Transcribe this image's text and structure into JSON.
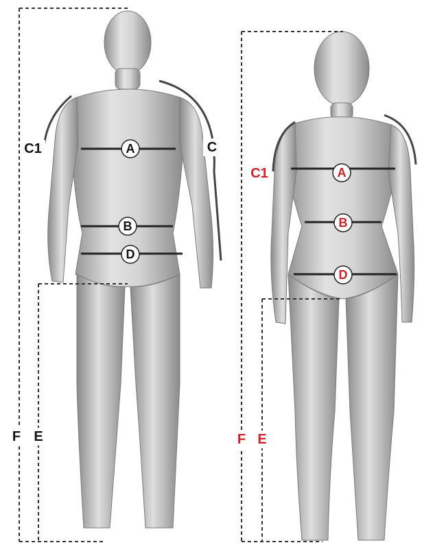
{
  "figures": {
    "male": {
      "A": "A",
      "B": "B",
      "C": "C",
      "C1": "C1",
      "D": "D",
      "E": "E",
      "F": "F"
    },
    "female": {
      "A": "A",
      "B": "B",
      "C1": "C1",
      "D": "D",
      "E": "E",
      "F": "F"
    }
  },
  "colors": {
    "male_label": "#111111",
    "female_label": "#d0202a",
    "dashed_line": "#333333",
    "body_fill": "#c9c9c9",
    "body_shade": "#9d9d9d"
  }
}
